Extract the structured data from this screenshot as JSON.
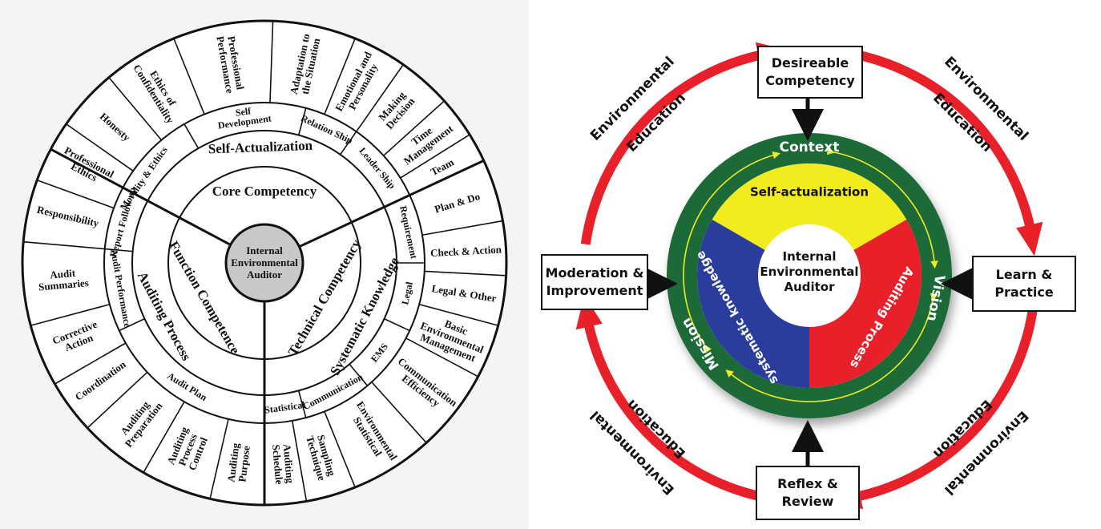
{
  "left_wheel": {
    "center": "Internal\nEnvironmental\nAuditor",
    "inner_ring": [
      {
        "label": "Core Competency"
      },
      {
        "label": "Technical Competency"
      },
      {
        "label": "Function Competence"
      }
    ],
    "second_ring": [
      {
        "label": "Self-Actualization"
      },
      {
        "label": "Systematic Knowledge"
      },
      {
        "label": "Auditing Process"
      }
    ],
    "third_ring": [
      {
        "label": "Morality & Ethics"
      },
      {
        "label": "Self\nDevelopment"
      },
      {
        "label": "Relation Ship"
      },
      {
        "label": "Leader Ship"
      },
      {
        "label": "Requirement"
      },
      {
        "label": "Legal"
      },
      {
        "label": "EMS"
      },
      {
        "label": "Communication"
      },
      {
        "label": "Statistical"
      },
      {
        "label": "Audit Plan"
      },
      {
        "label": "Audit Performance"
      },
      {
        "label": "Report Follow up"
      }
    ],
    "outer_ring": [
      {
        "label": "Responsibility"
      },
      {
        "label": "Professional\nEthics"
      },
      {
        "label": "Honesty"
      },
      {
        "label": "Ethics of\nConfidentiality"
      },
      {
        "label": "Professional\nPerformance"
      },
      {
        "label": "Adaptation to\nthe Situation"
      },
      {
        "label": "Emotional and\nPersonality"
      },
      {
        "label": "Making\nDecision"
      },
      {
        "label": "Time\nManagement"
      },
      {
        "label": "Team"
      },
      {
        "label": "Plan & Do"
      },
      {
        "label": "Check & Action"
      },
      {
        "label": "Legal & Other"
      },
      {
        "label": "Basic\nEnvironmental\nManagement"
      },
      {
        "label": "Communication\nEfficiency"
      },
      {
        "label": "Environmental\nStatistical"
      },
      {
        "label": "Sampling\nTechnique"
      },
      {
        "label": "Auditing\nSchedule"
      },
      {
        "label": "Auditing\nPurpose"
      },
      {
        "label": "Auditing\nProcess\nControl"
      },
      {
        "label": "Auditing\nPreparation"
      },
      {
        "label": "Coordination"
      },
      {
        "label": "Corrective\nAction"
      },
      {
        "label": "Audit\nSummaries"
      }
    ]
  },
  "right_cycle": {
    "center": "Internal\nEnvironmental\nAuditor",
    "pie": [
      {
        "label": "Self-actualization",
        "color": "#f2ec1f"
      },
      {
        "label": "Auditing Process",
        "color": "#e8202a"
      },
      {
        "label": "systematic knowledge",
        "color": "#2a3d9c"
      }
    ],
    "ring": [
      {
        "label": "Context"
      },
      {
        "label": "Vision"
      },
      {
        "label": "Mission"
      }
    ],
    "boxes": [
      {
        "label": "Desireable\nCompetency"
      },
      {
        "label": "Learn &\nPractice"
      },
      {
        "label": "Reflex &\nReview"
      },
      {
        "label": "Moderation &\nImprovement"
      }
    ],
    "arc_labels": [
      {
        "label": "Environmental"
      },
      {
        "label": "Education"
      }
    ],
    "colors": {
      "ring": "#1f6b38",
      "arrow": "#e8202a",
      "accent": "#f2ec1f"
    }
  }
}
